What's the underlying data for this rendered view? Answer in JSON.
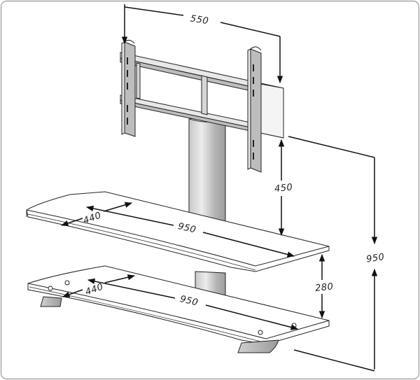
{
  "dimensions": {
    "bracket_width": "550",
    "bracket_height_to_shelf": "450",
    "total_height": "950",
    "upper_shelf_width": "950",
    "upper_shelf_depth": "440",
    "lower_shelf_width": "950",
    "lower_shelf_depth": "440",
    "shelf_spacing": "280"
  },
  "colors": {
    "line": "#222222",
    "frame": "#9a9a9a",
    "column_light": "#d9d9d9",
    "column_dark": "#b9b9b9",
    "bracket_gray": "#bdbdbd",
    "arrow": "#111111"
  }
}
